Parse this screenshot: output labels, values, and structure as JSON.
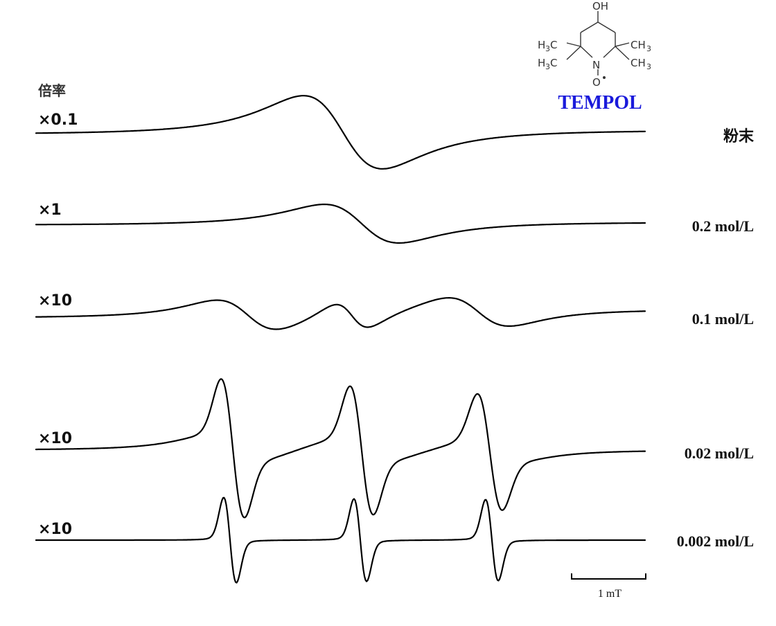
{
  "chart_data": {
    "type": "line",
    "title": "",
    "xlabel": "",
    "ylabel": "",
    "grid": false,
    "legend_placement": "none",
    "header_label": "倍率",
    "compound": {
      "name": "TEMPOL",
      "color": "#1a1adb"
    },
    "scale_bar": {
      "label": "1 mT",
      "value_mT": 1
    },
    "series": [
      {
        "name": "粉末",
        "multiplier": "×0.1",
        "shape": "broad-single",
        "line_positions_mT": [
          0.0
        ]
      },
      {
        "name": "0.2 mol/L",
        "multiplier": "×1",
        "shape": "broad-single",
        "line_positions_mT": [
          0.0
        ]
      },
      {
        "name": "0.1 mol/L",
        "multiplier": "×10",
        "shape": "partially-resolved-triplet",
        "line_positions_mT": [
          -1.6,
          0.0,
          1.6
        ]
      },
      {
        "name": "0.02 mol/L",
        "multiplier": "×10",
        "shape": "triplet",
        "line_positions_mT": [
          -1.7,
          0.0,
          1.7
        ]
      },
      {
        "name": "0.002 mol/L",
        "multiplier": "×10",
        "shape": "sharp-triplet",
        "line_positions_mT": [
          -1.7,
          0.0,
          1.7
        ]
      }
    ]
  }
}
